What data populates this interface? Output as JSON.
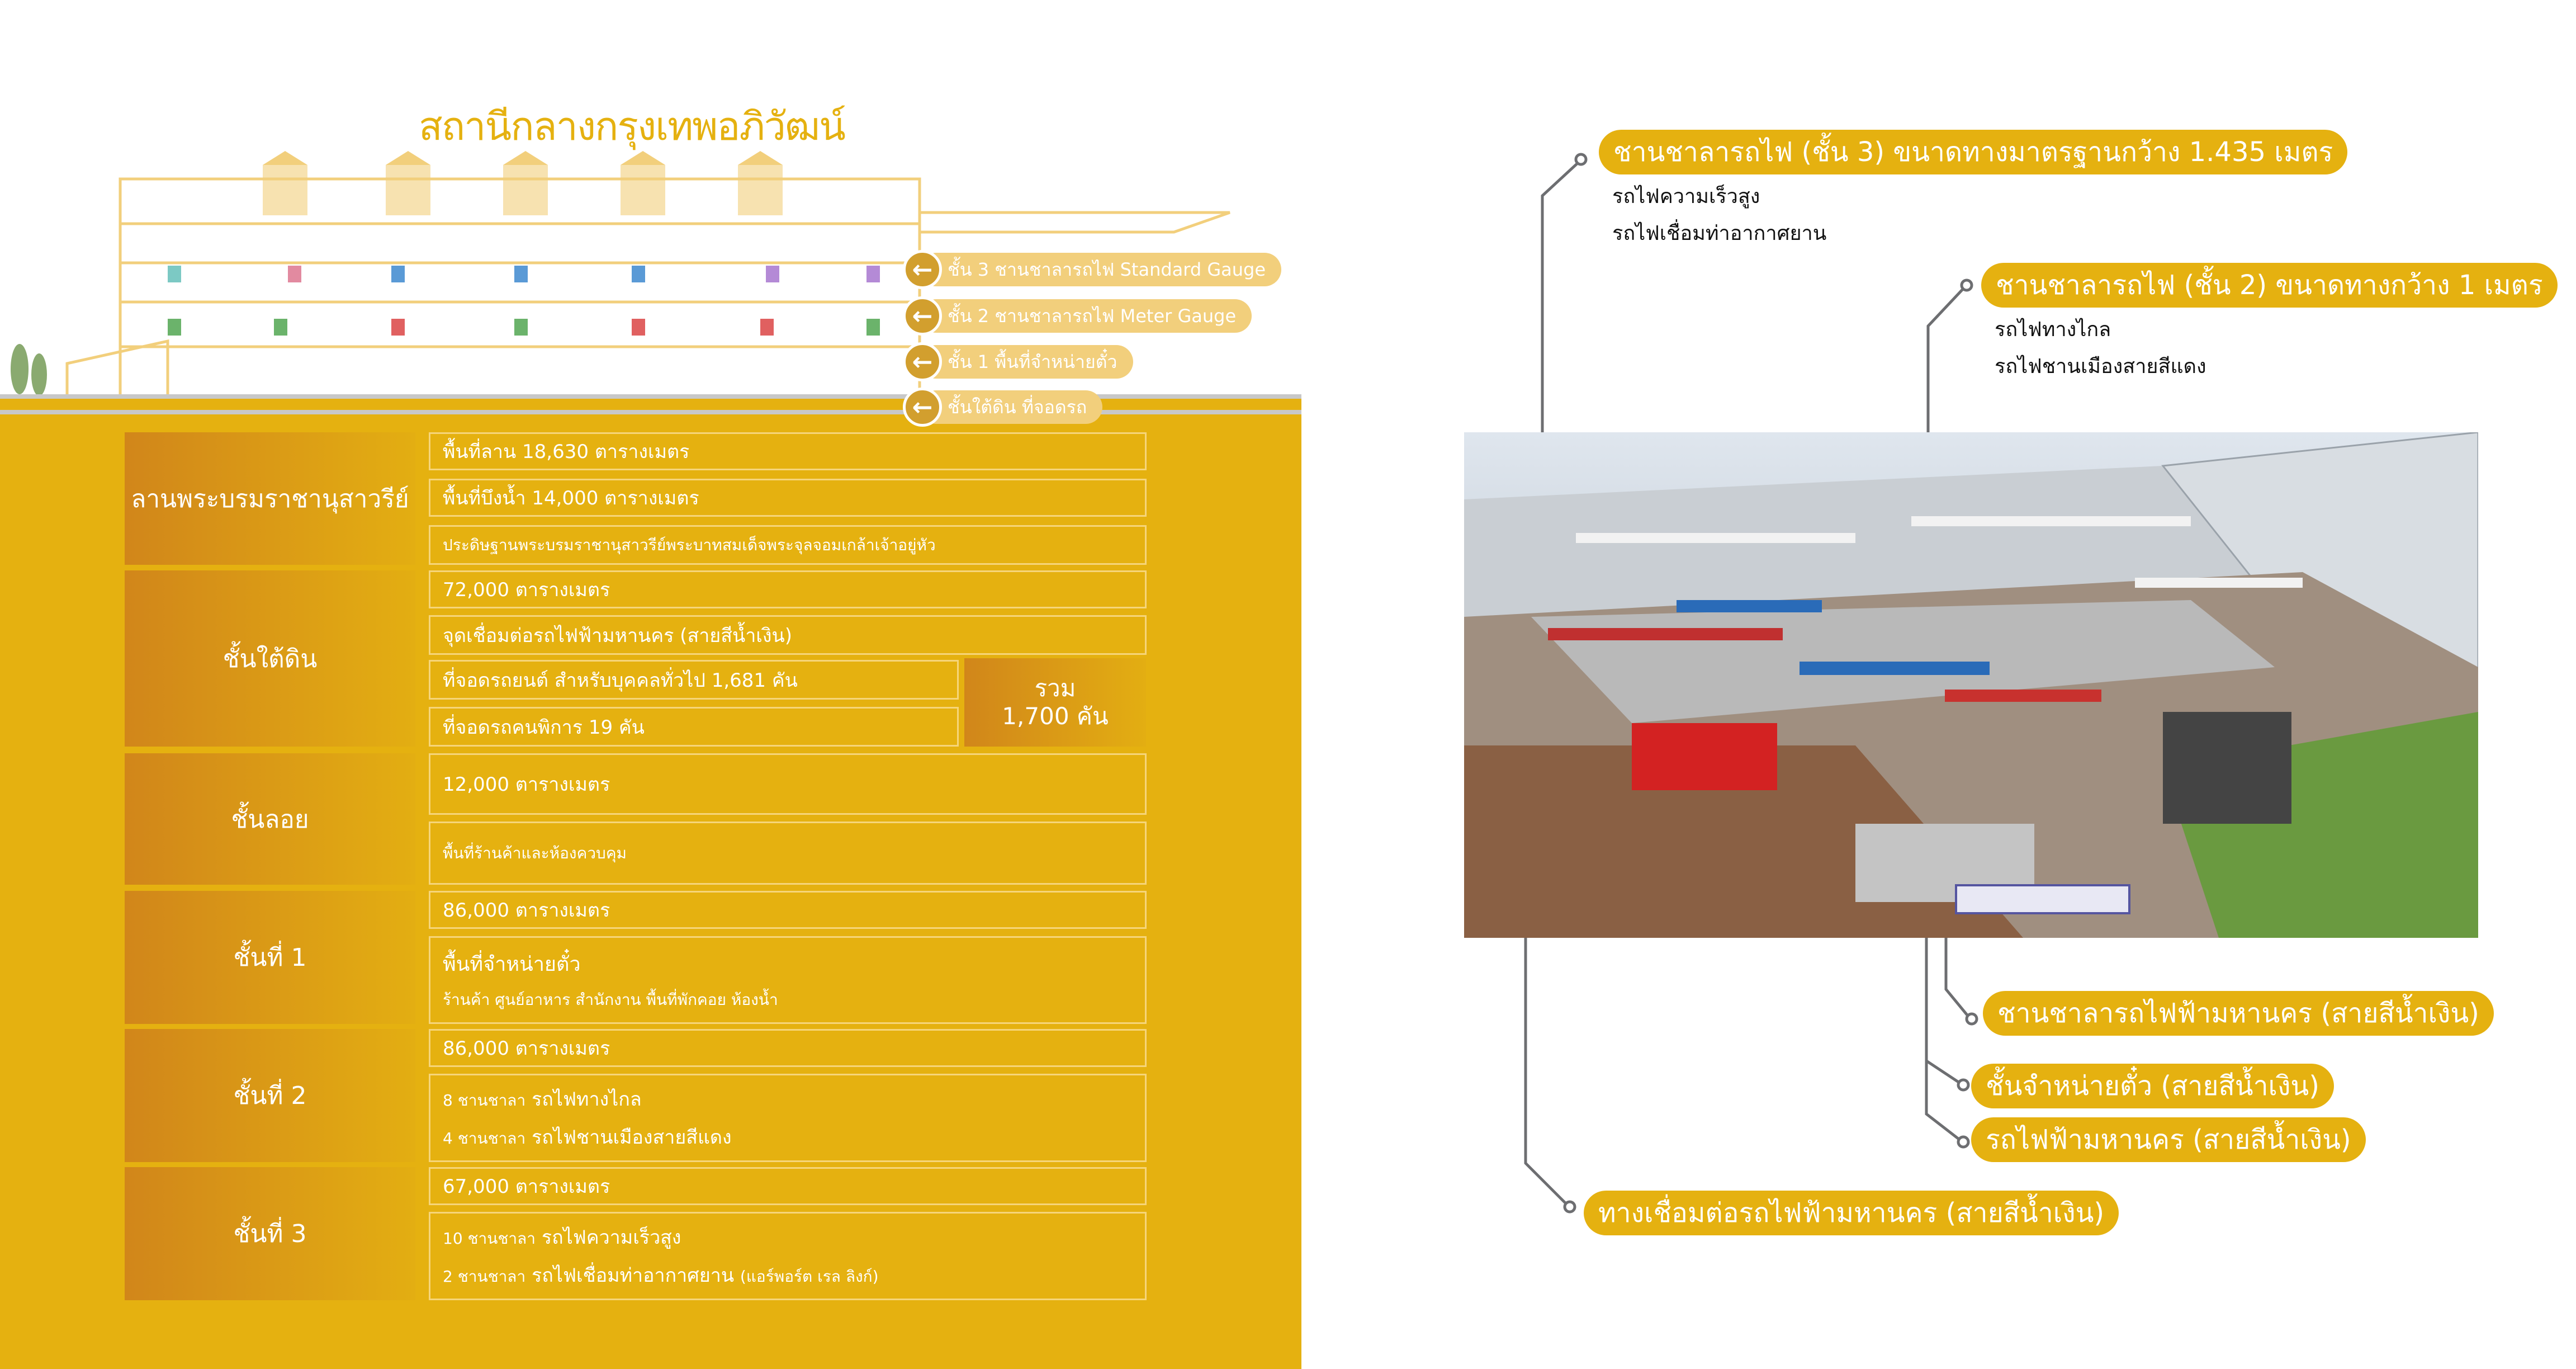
{
  "title": "สถานีกลางกรุงเทพอภิวัฒน์",
  "legend": [
    {
      "icon": "arrow-left-icon",
      "label": "ชั้น 3 ชานชาลารถไฟ Standard Gauge"
    },
    {
      "icon": "arrow-left-icon",
      "label": "ชั้น 2 ชานชาลารถไฟ Meter Gauge"
    },
    {
      "icon": "arrow-left-icon",
      "label": "ชั้น 1 พื้นที่จำหน่ายตั๋ว"
    },
    {
      "icon": "arrow-left-icon",
      "label": "ชั้นใต้ดิน ที่จอดรถ"
    }
  ],
  "table": {
    "plaza": {
      "label": "ลานพระบรมราชานุสาวรีย์",
      "cells": [
        "พื้นที่ลาน 18,630 ตารางเมตร",
        "พื้นที่บึงน้ำ 14,000 ตารางเมตร",
        "ประดิษฐานพระบรมราชานุสาวรีย์พระบาทสมเด็จพระจุลจอมเกล้าเจ้าอยู่หัว"
      ]
    },
    "basement": {
      "label": "ชั้นใต้ดิน",
      "cells": [
        "72,000 ตารางเมตร",
        "จุดเชื่อมต่อรถไฟฟ้ามหานคร (สายสีน้ำเงิน)",
        "ที่จอดรถยนต์ สำหรับบุคคลทั่วไป 1,681 คัน",
        "ที่จอดรถคนพิการ 19 คัน"
      ],
      "total_label": "รวม",
      "total_value": "1,700 คัน"
    },
    "mezzanine": {
      "label": "ชั้นลอย",
      "cells": [
        "12,000 ตารางเมตร",
        "พื้นที่ร้านค้าและห้องควบคุม"
      ]
    },
    "floor1": {
      "label": "ชั้นที่ 1",
      "cells": [
        "86,000 ตารางเมตร",
        "พื้นที่จำหน่ายตั๋ว",
        "ร้านค้า ศูนย์อาหาร สำนักงาน พื้นที่พักคอย ห้องน้ำ"
      ]
    },
    "floor2": {
      "label": "ชั้นที่ 2",
      "cells": [
        "86,000 ตารางเมตร"
      ],
      "lines": [
        {
          "prefix": "8 ชานชาลา",
          "main": "รถไฟทางไกล"
        },
        {
          "prefix": "4 ชานชาลา",
          "main": "รถไฟชานเมืองสายสีแดง"
        }
      ]
    },
    "floor3": {
      "label": "ชั้นที่ 3",
      "cells": [
        "67,000 ตารางเมตร"
      ],
      "lines": [
        {
          "prefix": "10 ชานชาลา",
          "main": "รถไฟความเร็วสูง",
          "suffix": ""
        },
        {
          "prefix": "2 ชานชาลา",
          "main": "รถไฟเชื่อมท่าอากาศยาน",
          "suffix": "(แอร์พอร์ต เรล ลิงก์)"
        }
      ]
    }
  },
  "callouts": {
    "c1": {
      "label": "ชานชาลารถไฟ (ชั้น 3) ขนาดทางมาตรฐานกว้าง 1.435 เมตร",
      "items": [
        "รถไฟความเร็วสูง",
        "รถไฟเชื่อมท่าอากาศยาน"
      ]
    },
    "c2": {
      "label": "ชานชาลารถไฟ (ชั้น 2) ขนาดทางกว้าง 1 เมตร",
      "items": [
        "รถไฟทางไกล",
        "รถไฟชานเมืองสายสีแดง"
      ]
    },
    "c3": {
      "label": "ชานชาลารถไฟฟ้ามหานคร (สายสีน้ำเงิน)"
    },
    "c4": {
      "label": "ชั้นจำหน่ายตั๋ว (สายสีน้ำเงิน)"
    },
    "c5": {
      "label": "รถไฟฟ้ามหานคร (สายสีน้ำเงิน)"
    },
    "c6": {
      "label": "ทางเชื่อมต่อรถไฟฟ้ามหานคร (สายสีน้ำเงิน)"
    }
  },
  "colors": {
    "gold": "#e5b110",
    "light_gold": "#f2cf7c",
    "dark_gold": "#d1861a",
    "line": "#6d6e71"
  }
}
